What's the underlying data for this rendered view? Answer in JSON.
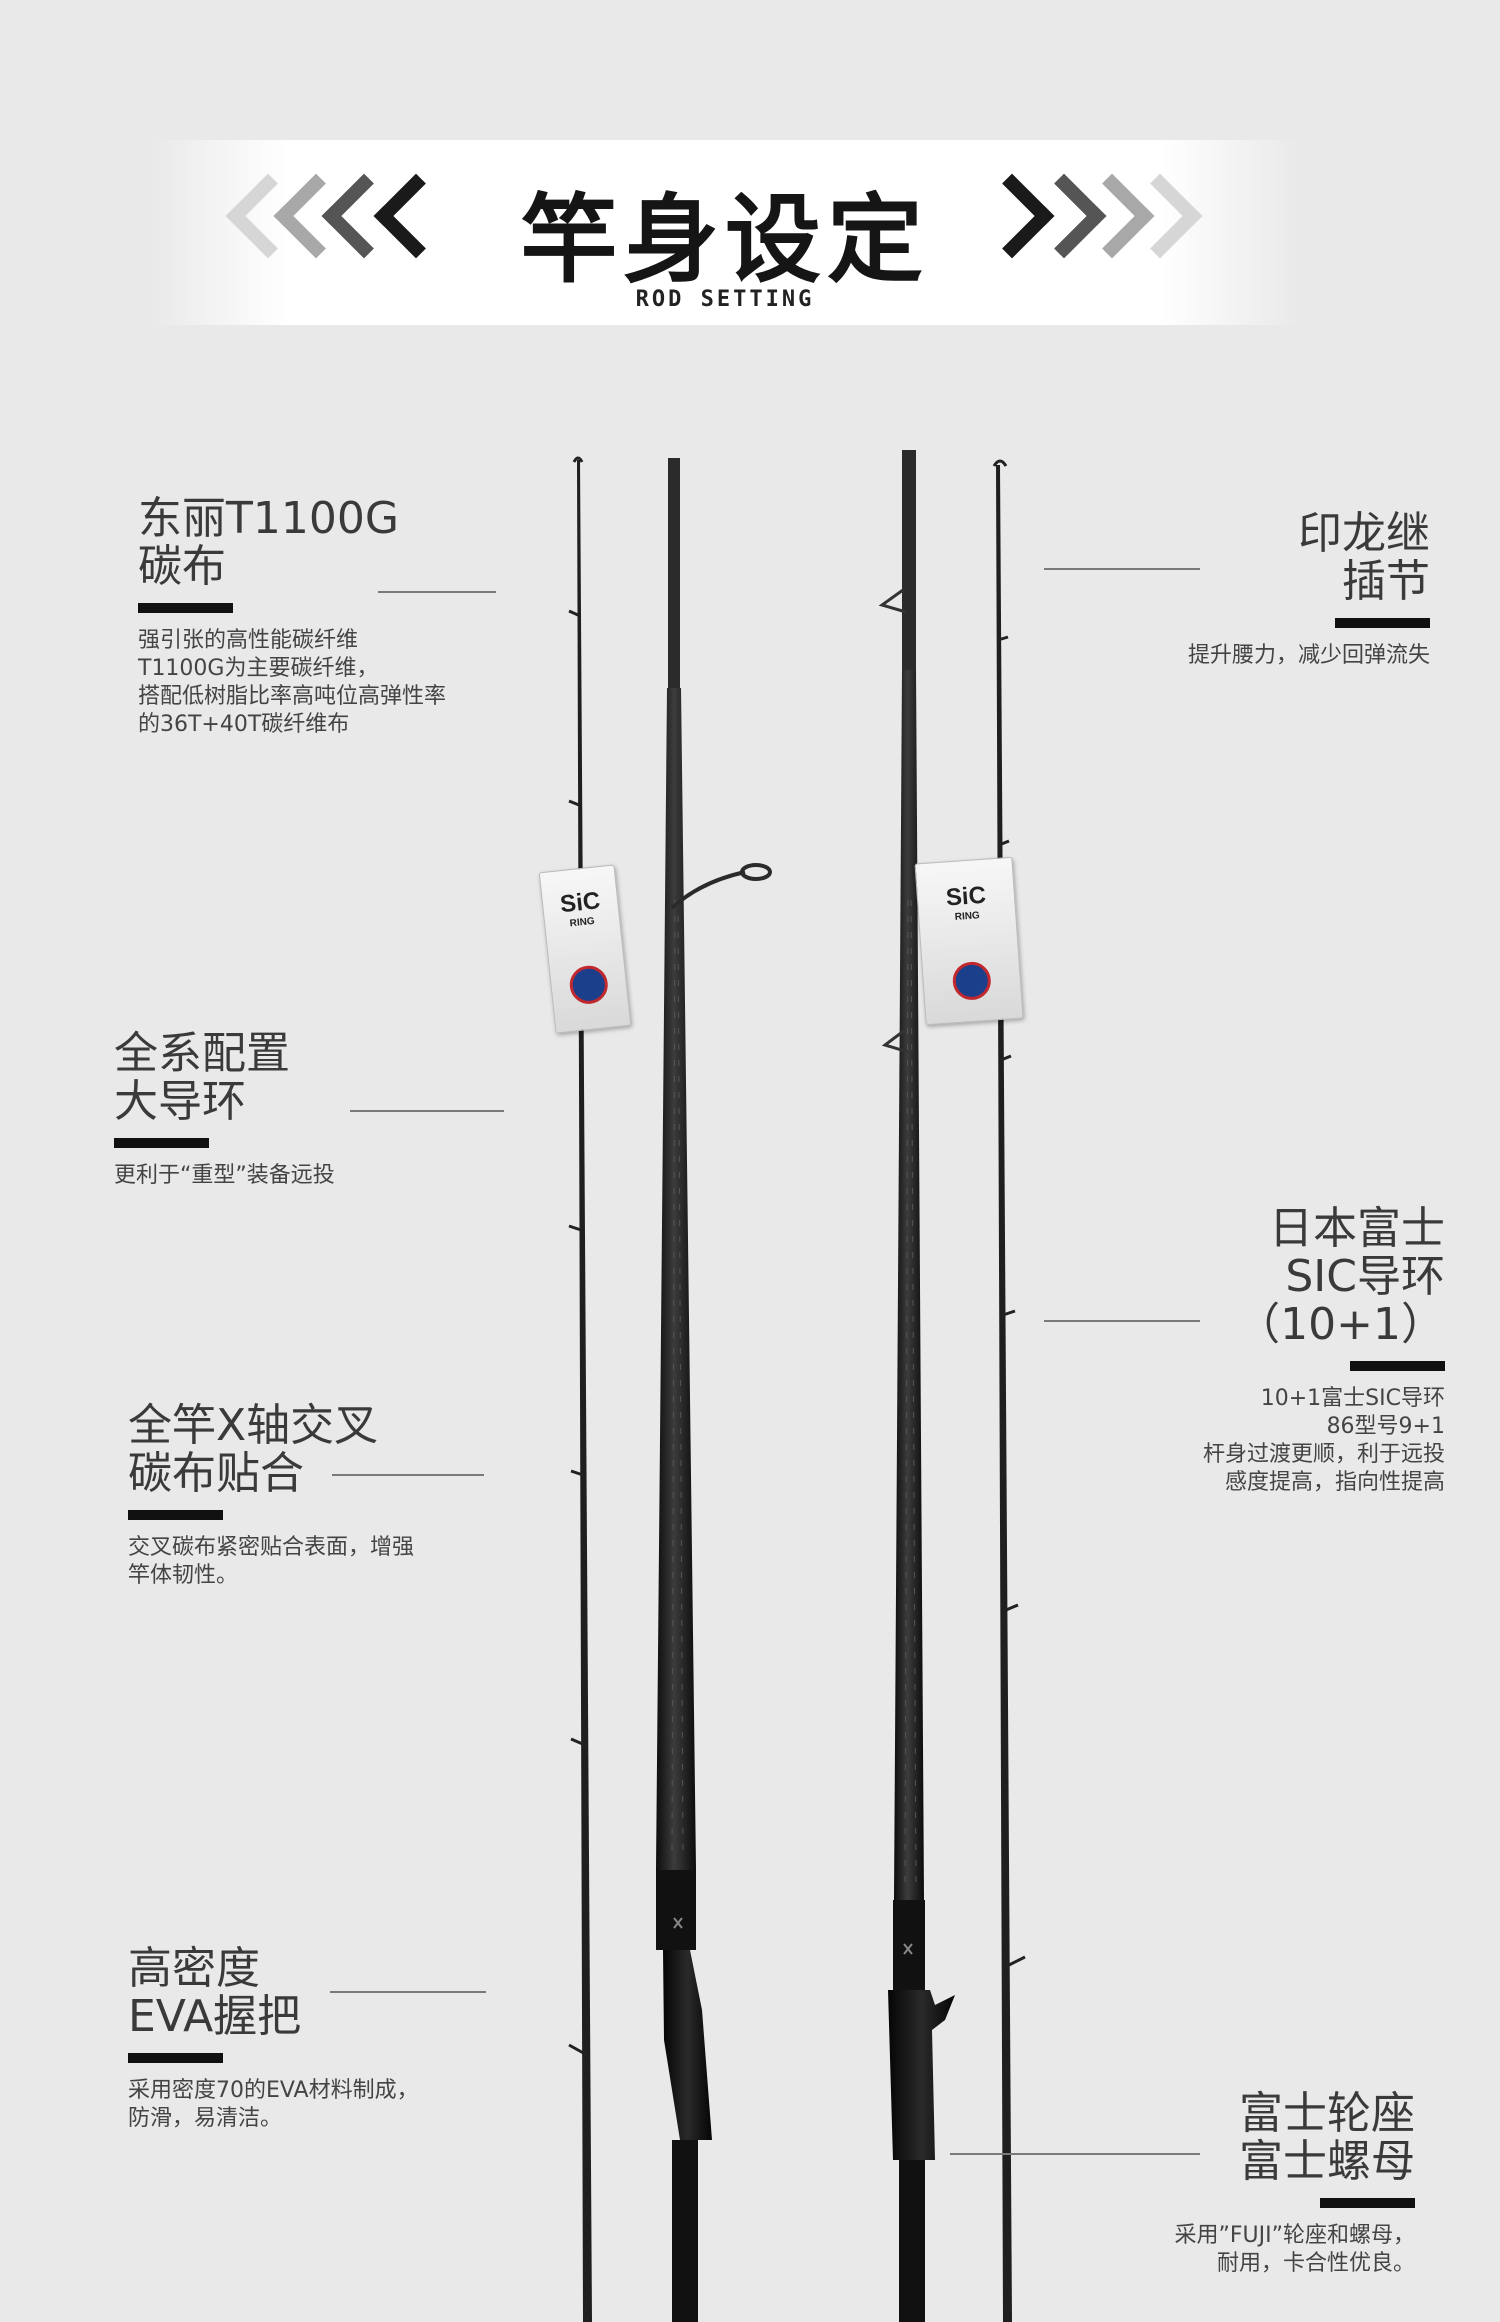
{
  "header": {
    "title": "竿身设定",
    "subtitle": "ROD SETTING"
  },
  "features": {
    "carbon": {
      "title": "东丽T1100G\n碳布",
      "desc": "强引张的高性能碳纤维\nT1100G为主要碳纤维，\n搭配低树脂比率高吨位高弹性率\n的36T+40T碳纤维布"
    },
    "joint": {
      "title": "印龙继\n插节",
      "desc": "提升腰力，减少回弹流失"
    },
    "guides": {
      "title": "全系配置\n大导环",
      "desc": "更利于“重型”装备远投"
    },
    "fuji_sic": {
      "title": "日本富士\nSIC导环\n（10+1）",
      "desc": "10+1富士SIC导环\n86型号9+1\n杆身过渡更顺，利于远投\n感度提高，指向性提高"
    },
    "x_axis": {
      "title": "全竿X轴交叉\n碳布贴合",
      "desc": "交叉碳布紧密贴合表面，增强\n竿体韧性。"
    },
    "eva": {
      "title": "高密度\nEVA握把",
      "desc": "采用密度70的EVA材料制成，\n防滑，易清洁。"
    },
    "reel_seat": {
      "title": "富士轮座\n富士螺母",
      "desc": "采用”FUJI”轮座和螺母，\n耐用，卡合性优良。"
    }
  },
  "tags": [
    {
      "brand": "SiC",
      "sub": "RING"
    },
    {
      "brand": "SiC",
      "sub": "RING"
    }
  ],
  "colors": {
    "background": "#e9e9e9",
    "rod": "#1c1c1c",
    "accent": "#111111"
  }
}
